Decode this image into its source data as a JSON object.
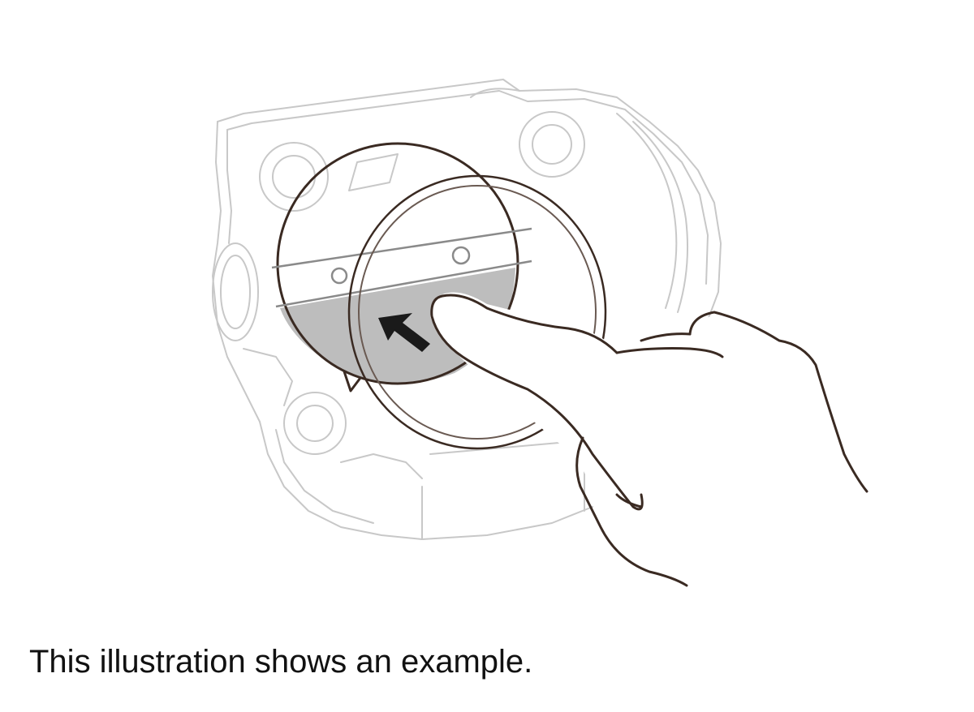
{
  "caption": "This illustration shows an example.",
  "colors": {
    "background": "#ffffff",
    "outline_faint": "#c8c8c8",
    "outline_dark": "#3a2a22",
    "shaded_area": "#bdbdbd",
    "arrow": "#1a1a1a"
  },
  "icons": [
    "camera-body-outline",
    "lens-cap",
    "hand",
    "arrow-up-left-icon"
  ]
}
